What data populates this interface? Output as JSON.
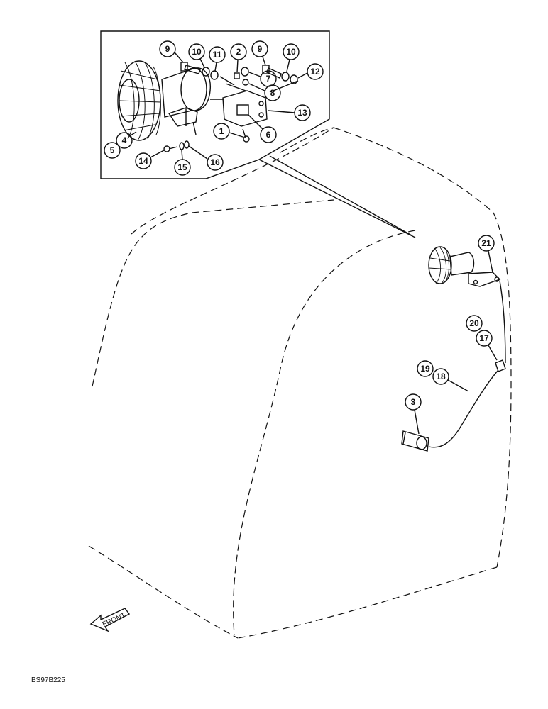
{
  "callouts": {
    "c1": "1",
    "c2": "2",
    "c3": "3",
    "c4": "4",
    "c5": "5",
    "c6": "6",
    "c7": "7",
    "c8": "8",
    "c9a": "9",
    "c9b": "9",
    "c10a": "10",
    "c10b": "10",
    "c11": "11",
    "c12": "12",
    "c13": "13",
    "c14": "14",
    "c15": "15",
    "c16": "16",
    "c17": "17",
    "c18": "18",
    "c19": "19",
    "c20": "20",
    "c21": "21"
  },
  "front_label": "FRONT",
  "drawing_number": "BS97B225"
}
